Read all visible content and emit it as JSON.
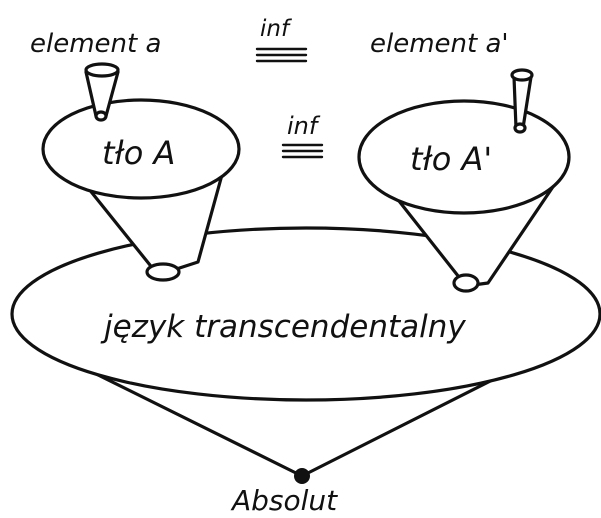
{
  "labels": {
    "element_a": "element a",
    "inf_top": "inf",
    "element_a_prime": "element a'",
    "inf_middle": "inf",
    "background_a": "tło A",
    "background_a_prime": "tło A'",
    "transcendental_language": "język transcendentalny",
    "absolute": "Absolut"
  },
  "colors": {
    "ink": "#111111",
    "background": "#ffffff"
  }
}
